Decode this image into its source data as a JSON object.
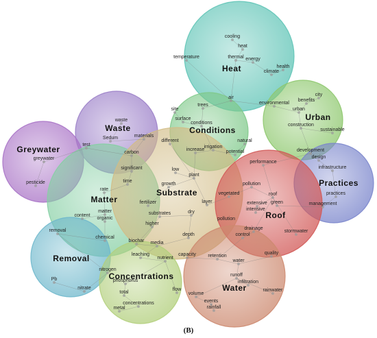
{
  "caption": "(B)",
  "clusters": [
    {
      "id": "heat",
      "label": "Heat",
      "color": "#5fc4b6"
    },
    {
      "id": "urban",
      "label": "Urban",
      "color": "#8ec86e"
    },
    {
      "id": "waste",
      "label": "Waste",
      "color": "#9b7fc8"
    },
    {
      "id": "greywater",
      "label": "Greywater",
      "color": "#a973c6"
    },
    {
      "id": "conditions",
      "label": "Conditions",
      "color": "#7fc98a"
    },
    {
      "id": "practices",
      "label": "Practices",
      "color": "#7b86cc"
    },
    {
      "id": "matter",
      "label": "Matter",
      "color": "#86cfa4"
    },
    {
      "id": "substrate",
      "label": "Substrate",
      "color": "#d2bc86"
    },
    {
      "id": "roof",
      "label": "Roof",
      "color": "#d25a58"
    },
    {
      "id": "removal",
      "label": "Removal",
      "color": "#6fb8cc"
    },
    {
      "id": "concentrations",
      "label": "Concentrations",
      "color": "#b2cf7c"
    },
    {
      "id": "water",
      "label": "Water",
      "color": "#cd8a70"
    }
  ],
  "terms": [
    "cooling",
    "heat",
    "thermal",
    "energy",
    "temperature",
    "health",
    "climate",
    "air",
    "city",
    "benefits",
    "environmental",
    "urban",
    "construction",
    "sustainable",
    "development",
    "design",
    "waste",
    "Sedum",
    "materials",
    "carbon",
    "test",
    "greywater",
    "pesticide",
    "trees",
    "site",
    "surface",
    "conditions",
    "different",
    "natural",
    "irrigation",
    "increase",
    "potential",
    "infrastructure",
    "practices",
    "management",
    "significant",
    "rate",
    "time",
    "content",
    "matter",
    "organic",
    "chemical",
    "low",
    "plant",
    "growth",
    "fertilizer",
    "layer",
    "dry",
    "substrates",
    "higher",
    "depth",
    "biochar",
    "media",
    "performance",
    "pollution",
    "vegetated",
    "roof",
    "extensive",
    "intensive",
    "green",
    "drainage",
    "control",
    "stormwater",
    "removal",
    "Pb",
    "nitrogen",
    "nitrate",
    "leaching",
    "nutrient",
    "phosphorus",
    "total",
    "concentrations",
    "metal",
    "flow",
    "capacity",
    "retention",
    "water",
    "runoff",
    "infiltration",
    "rainwater",
    "volume",
    "events",
    "rainfall",
    "quality"
  ]
}
